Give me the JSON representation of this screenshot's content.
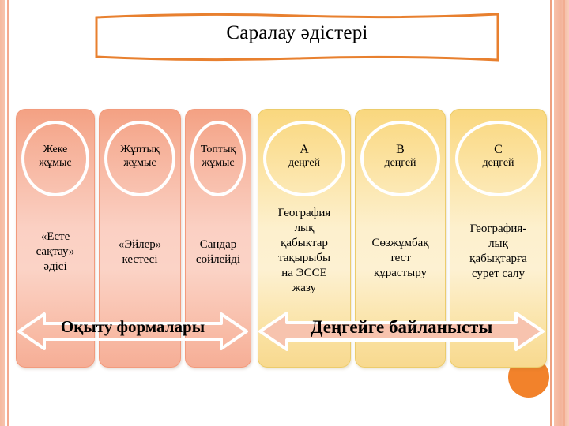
{
  "slide": {
    "title": "Саралау әдістері",
    "colors": {
      "accent_orange": "#f2822b",
      "ribbon_outline": "#e8802f",
      "salmon": "#f7b49c",
      "yellow": "#fbe09a",
      "arrow_outline": "#ffffff",
      "arrow_right_fill": "#f7c3ae"
    }
  },
  "columns": [
    {
      "id": "col-1",
      "group": "salmon",
      "circle_line1": "Жеке",
      "circle_line2": "жұмыс",
      "body": "«Есте\nсақтау»\nәдісі"
    },
    {
      "id": "col-2",
      "group": "salmon",
      "circle_line1": "Жұптық",
      "circle_line2": "жұмыс",
      "body": "«Эйлер»\nкестесі"
    },
    {
      "id": "col-3",
      "group": "salmon",
      "circle_line1": "Топтық",
      "circle_line2": "жұмыс",
      "body": "Сандар\nсөйлейді"
    },
    {
      "id": "col-4",
      "group": "yellow",
      "circle_line1": "А",
      "circle_line2": "деңгей",
      "body": "География\nлық\nқабықтар\nтақырыбы\nна ЭССЕ\nжазу"
    },
    {
      "id": "col-5",
      "group": "yellow",
      "circle_line1": "В",
      "circle_line2": "деңгей",
      "body": "Сөзжұмбақ\nтест\nқұрастыру"
    },
    {
      "id": "col-6",
      "group": "yellow",
      "circle_line1": "С",
      "circle_line2": "деңгей",
      "body": "География-\nлық\nқабықтарға\nсурет салу"
    }
  ],
  "arrows": {
    "left": {
      "label": "Оқыту формалары"
    },
    "right": {
      "label": "Деңгейге байланысты"
    }
  }
}
